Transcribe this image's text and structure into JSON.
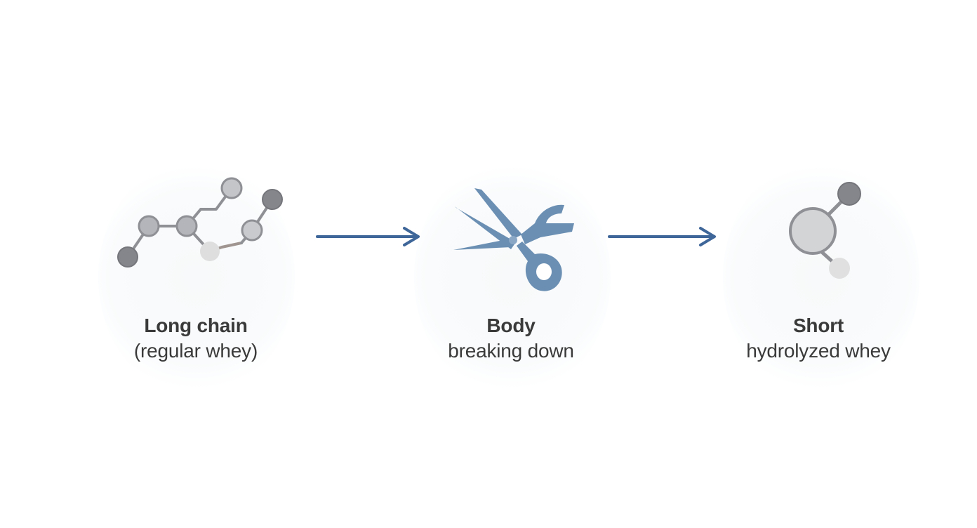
{
  "steps": [
    {
      "title": "Long chain",
      "subtitle": "(regular whey)",
      "icon": "molecule-chain-icon"
    },
    {
      "title": "Body",
      "subtitle": "breaking down",
      "icon": "scissors-icon"
    },
    {
      "title": "Short",
      "subtitle": "hydrolyzed whey",
      "icon": "short-molecule-icon"
    }
  ],
  "colors": {
    "arrow": "#3f6699",
    "scissors": "#6b8fb3",
    "node_dark": "#84868c",
    "node_mid": "#b3b5ba",
    "node_light": "#dedede",
    "bond": "#8e9096",
    "text": "#3a3a3a"
  }
}
